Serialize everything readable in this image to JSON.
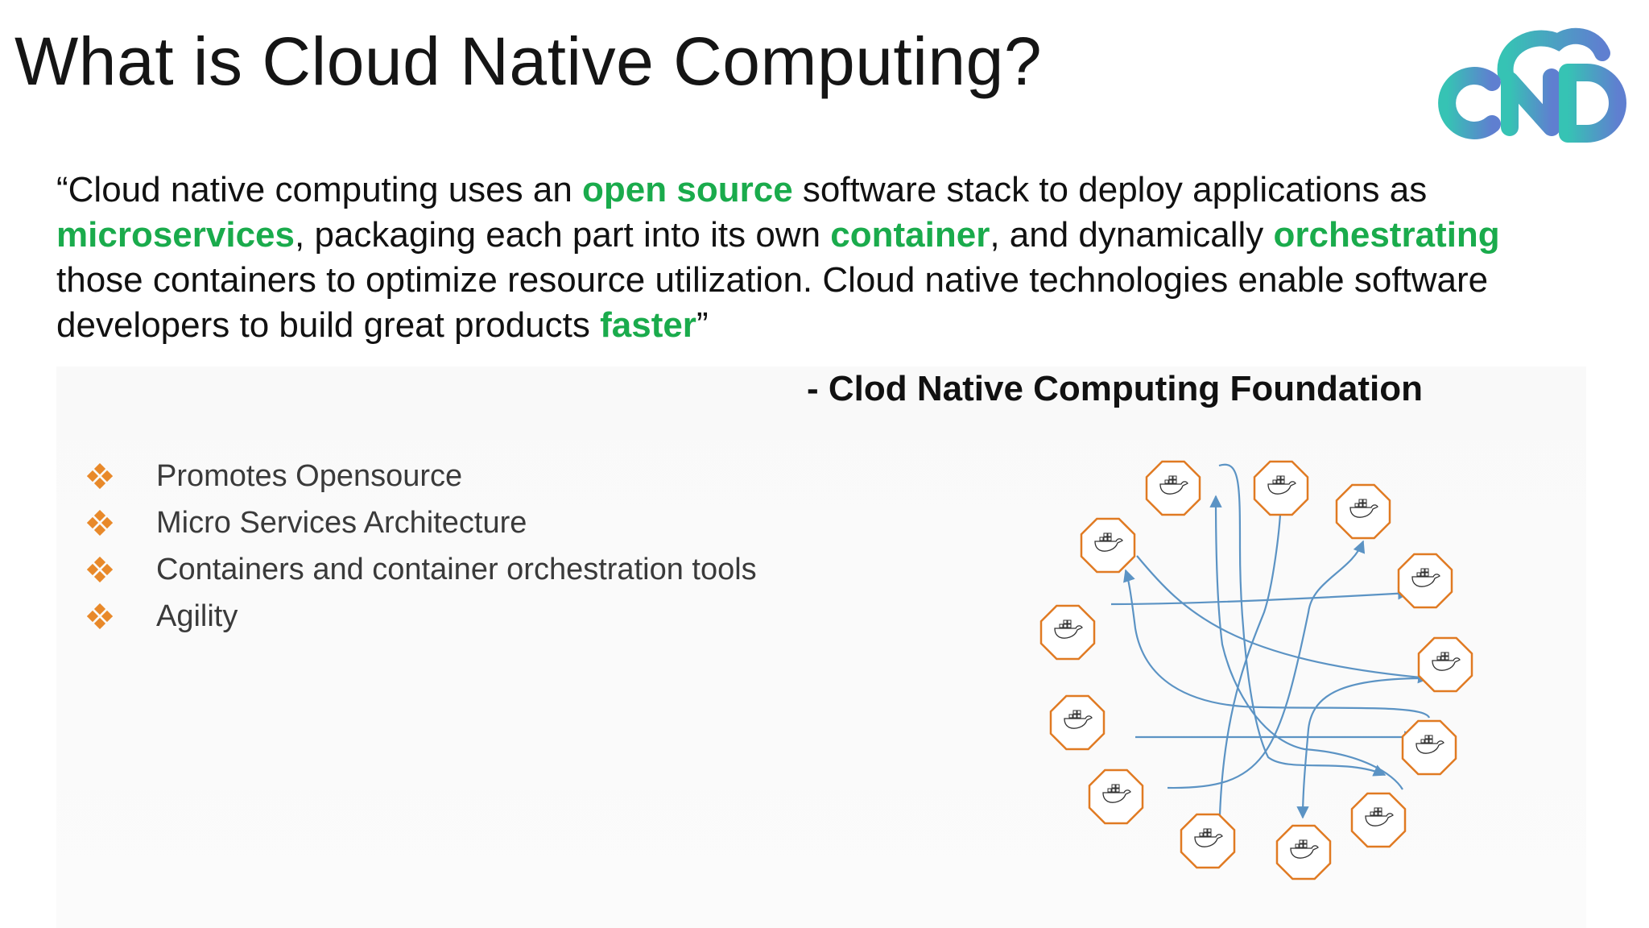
{
  "slide": {
    "title": "What is Cloud Native Computing?",
    "quote_parts": [
      "“Cloud native computing uses an ",
      "open source",
      " software stack to deploy applications as ",
      "microservices",
      ", packaging each part into its own ",
      "container",
      ", and dynamically ",
      "orchestrating",
      " those containers to optimize resource utilization. Cloud native technologies enable software developers to build great products ",
      "faster",
      "”"
    ],
    "attribution": "- Clod Native Computing Foundation",
    "bullets": [
      "Promotes Opensource",
      "Micro Services Architecture",
      "Containers and container orchestration tools",
      "Agility"
    ]
  },
  "colors": {
    "highlight": "#1aab4c",
    "bullet_icon": "#e8892a",
    "node_outline": "#e07a22",
    "connector": "#5b93c4",
    "logo_gradient": [
      "#36c3b4",
      "#5f7fd0"
    ]
  },
  "icons": {
    "bullet": "diamond-dots-icon",
    "node": "docker-whale-icon",
    "logo": "cloud-cnd-logo"
  }
}
